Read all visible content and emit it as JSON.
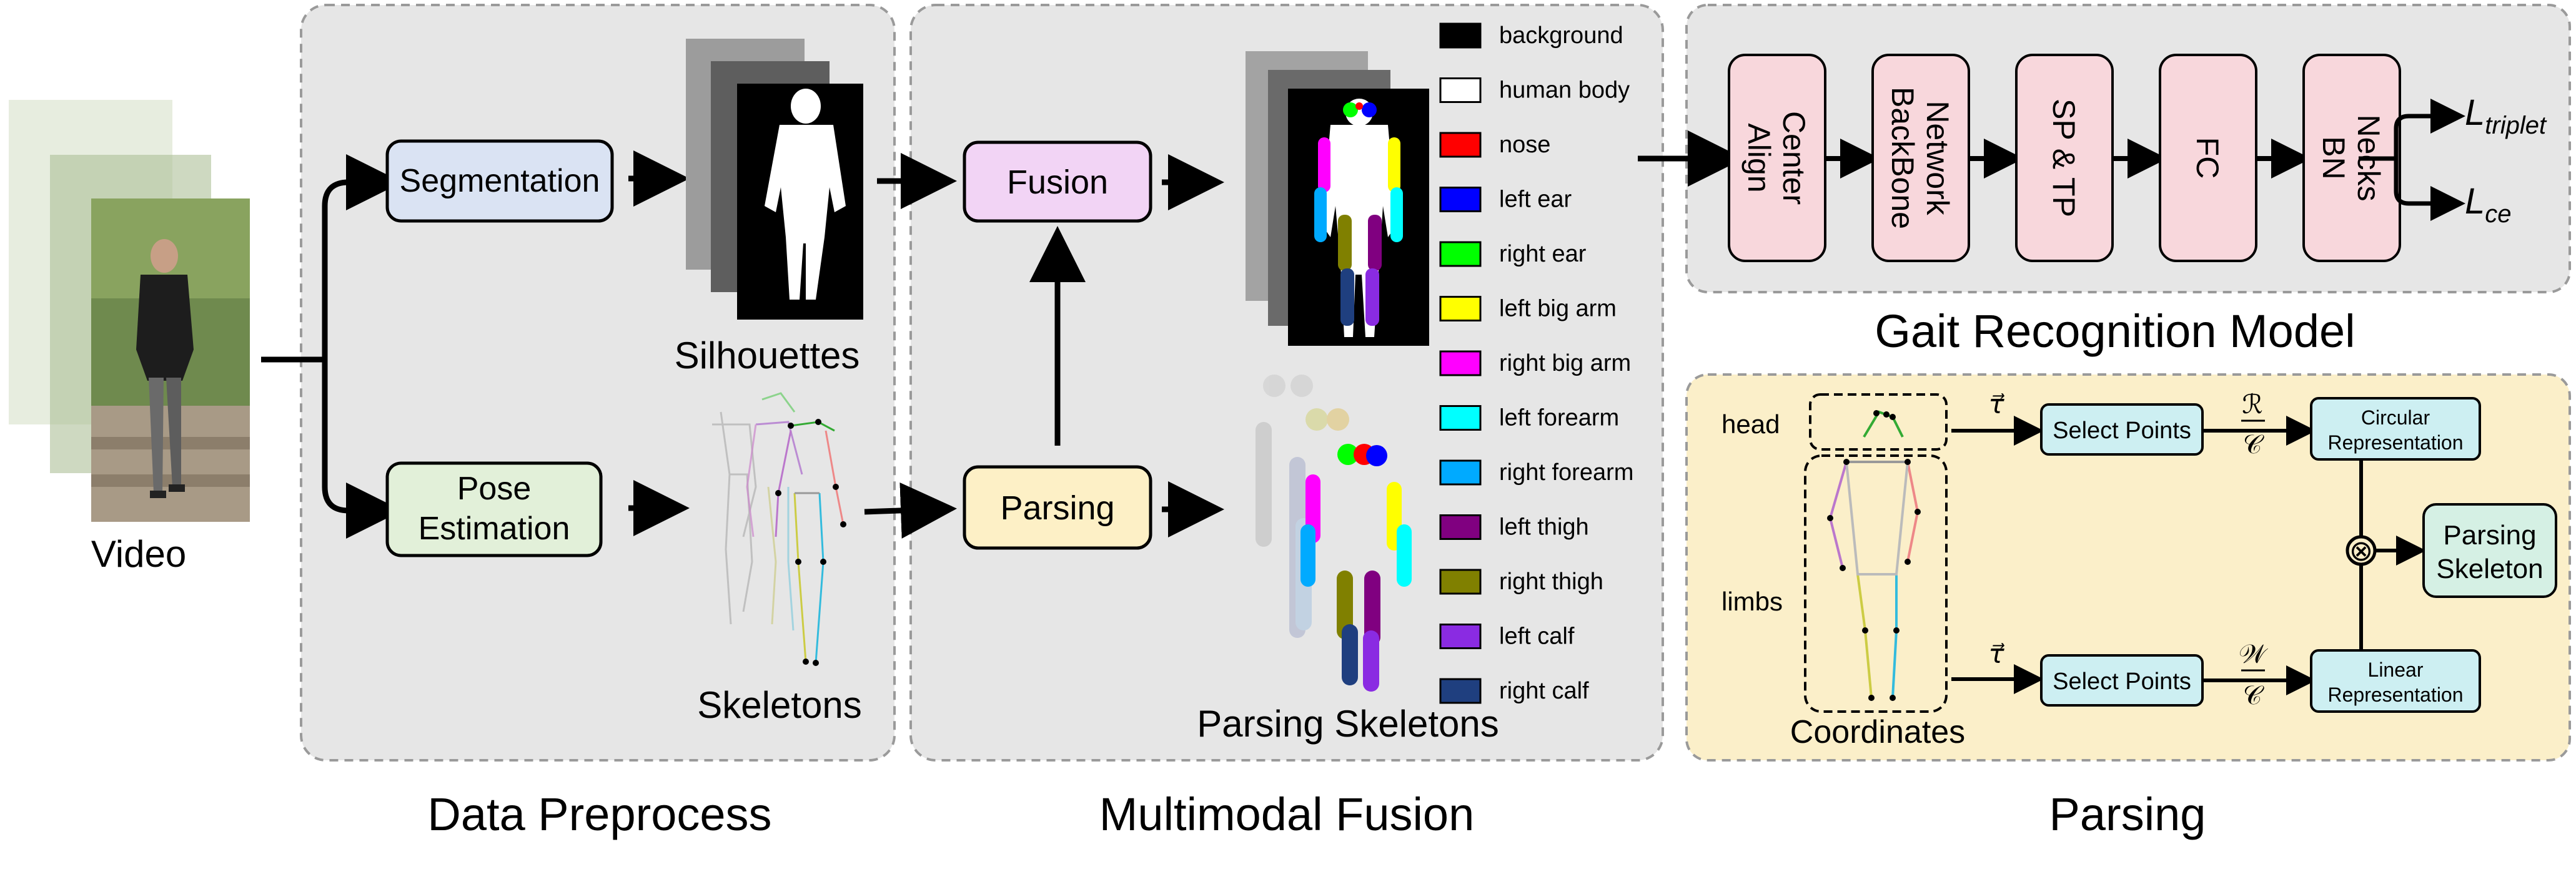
{
  "video": {
    "label": "Video"
  },
  "preprocess": {
    "title": "Data Preprocess",
    "segmentation": "Segmentation",
    "pose_estimation": [
      "Pose",
      "Estimation"
    ],
    "silhouettes": "Silhouettes",
    "skeletons": "Skeletons"
  },
  "fusion": {
    "title": "Multimodal Fusion",
    "fusion_box": "Fusion",
    "parsing_box": "Parsing",
    "parsing_skeletons": "Parsing Skeletons",
    "legend": [
      {
        "label": "background",
        "color": "#000000"
      },
      {
        "label": "human body",
        "color": "#ffffff"
      },
      {
        "label": "nose",
        "color": "#ff0000"
      },
      {
        "label": "left ear",
        "color": "#0000ff"
      },
      {
        "label": "right ear",
        "color": "#00ff00"
      },
      {
        "label": "left big arm",
        "color": "#ffff00"
      },
      {
        "label": "right big arm",
        "color": "#ff00ff"
      },
      {
        "label": "left forearm",
        "color": "#00ffff"
      },
      {
        "label": "right forearm",
        "color": "#00aaff"
      },
      {
        "label": "left thigh",
        "color": "#800080"
      },
      {
        "label": "right thigh",
        "color": "#808000"
      },
      {
        "label": "left calf",
        "color": "#8a2be2"
      },
      {
        "label": "right calf",
        "color": "#1f3f7f"
      }
    ]
  },
  "gait": {
    "title": "Gait Recognition Model",
    "blocks": [
      {
        "lines": [
          "Align",
          "Center"
        ]
      },
      {
        "lines": [
          "BackBone",
          "Network"
        ]
      },
      {
        "lines": [
          "SP & TP"
        ]
      },
      {
        "lines": [
          "FC"
        ]
      },
      {
        "lines": [
          "BN",
          "Necks"
        ]
      }
    ],
    "loss_triplet_base": "L",
    "loss_triplet_sub": "triplet",
    "loss_ce_base": "L",
    "loss_ce_sub": "ce"
  },
  "parsing": {
    "title": "Parsing",
    "head": "head",
    "limbs": "limbs",
    "coordinates": "Coordinates",
    "tau": "τ⃗",
    "select_points": "Select Points",
    "circular_rep": [
      "Circular",
      "Representation"
    ],
    "linear_rep": [
      "Linear",
      "Representation"
    ],
    "r_symbol": "ℛ",
    "w_symbol": "𝒲",
    "c_symbol": "𝒞",
    "otimes": "⊗",
    "parsing_skeleton": [
      "Parsing",
      "Skeleton"
    ]
  },
  "colors": {
    "panel_gray": "#e6e6e6",
    "panel_yellow": "#fbefc9",
    "seg_box": "#dae3f3",
    "pose_box": "#e2f0d9",
    "fusion_box": "#f2d4f5",
    "parsing_box": "#fdf0c6",
    "gait_block": "#f8d7dc",
    "parsing_block": "#cdeff2",
    "parsing_skel_box": "#d5f0e4"
  }
}
